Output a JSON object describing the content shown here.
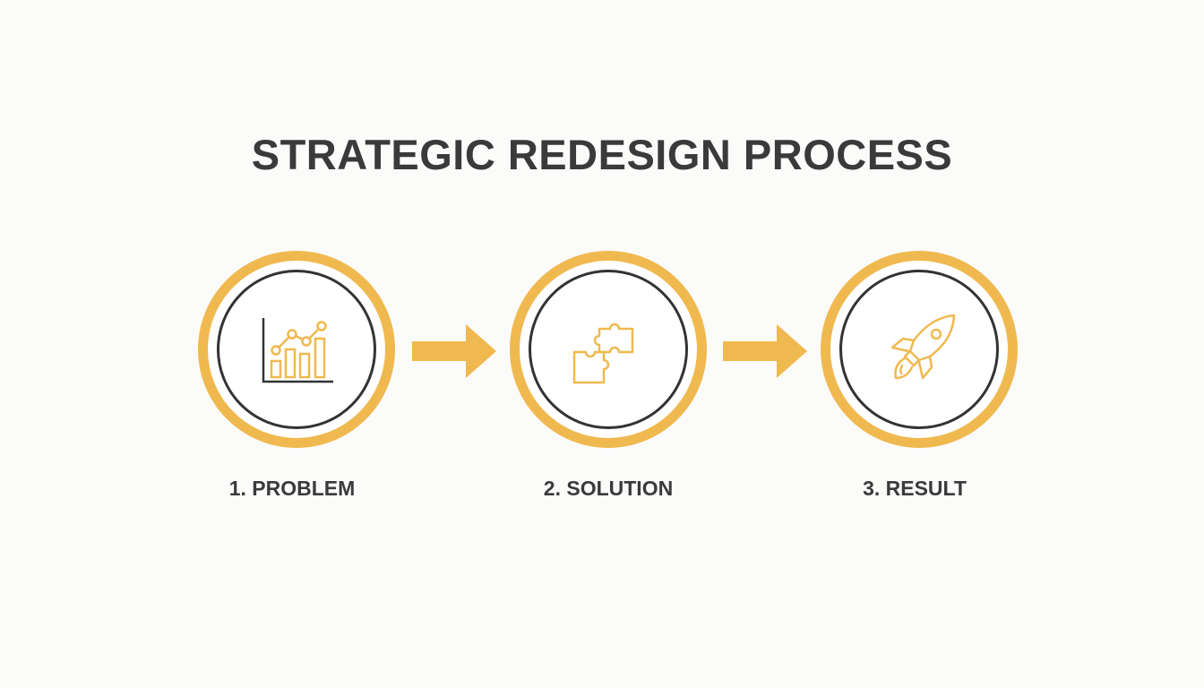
{
  "title": "STRATEGIC REDESIGN PROCESS",
  "colors": {
    "accent": "#f0b94f",
    "dark": "#333333",
    "text": "#3a3a3a",
    "background": "#fbfbfa"
  },
  "steps": [
    {
      "label": "1. PROBLEM",
      "icon": "bar-chart-trend-icon"
    },
    {
      "label": "2. SOLUTION",
      "icon": "puzzle-pieces-icon"
    },
    {
      "label": "3. RESULT",
      "icon": "rocket-icon"
    }
  ],
  "connectors": [
    {
      "icon": "arrow-right-icon"
    },
    {
      "icon": "arrow-right-icon"
    }
  ]
}
